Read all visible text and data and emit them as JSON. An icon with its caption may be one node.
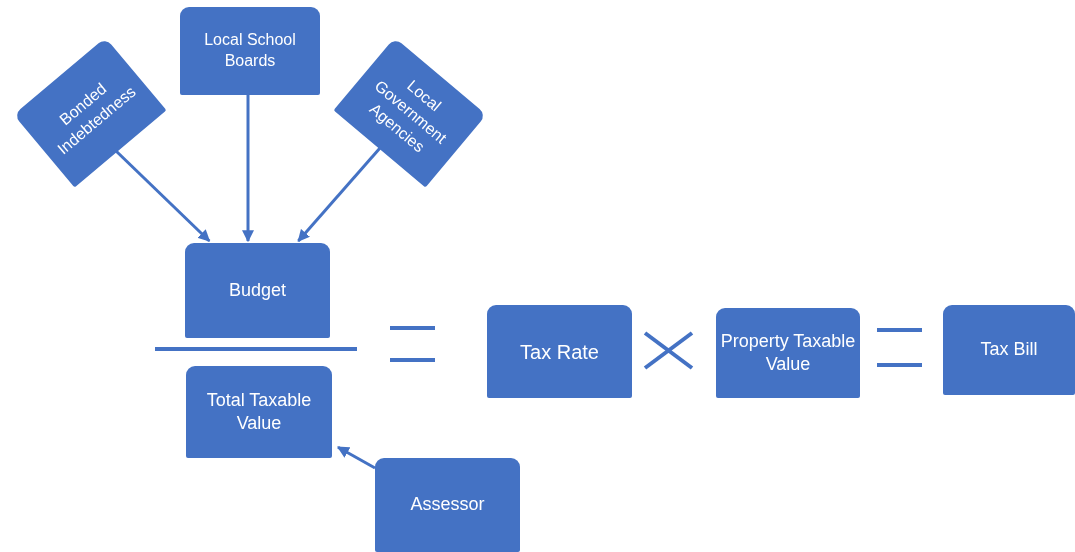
{
  "diagram": {
    "nodes": [
      {
        "text": [
          "Local School Boards"
        ]
      },
      {
        "text": [
          "Bonded Indebtedness"
        ]
      },
      {
        "text": [
          "Local Government Agencies"
        ]
      },
      {
        "text": [
          "Budget"
        ]
      },
      {
        "text": [
          "Total Taxable Value"
        ]
      },
      {
        "text": [
          "Tax Rate"
        ]
      },
      {
        "text": [
          "Property Taxable Value"
        ]
      },
      {
        "text": [
          "Tax Bill"
        ]
      },
      {
        "text": [
          "Assessor"
        ]
      }
    ],
    "edges": [
      {
        "from": 1,
        "to": 3,
        "arrow": "to"
      },
      {
        "from": 0,
        "to": 3,
        "arrow": "to"
      },
      {
        "from": 2,
        "to": 3,
        "arrow": "to"
      },
      {
        "from": 8,
        "to": 4,
        "arrow": "to"
      }
    ]
  }
}
